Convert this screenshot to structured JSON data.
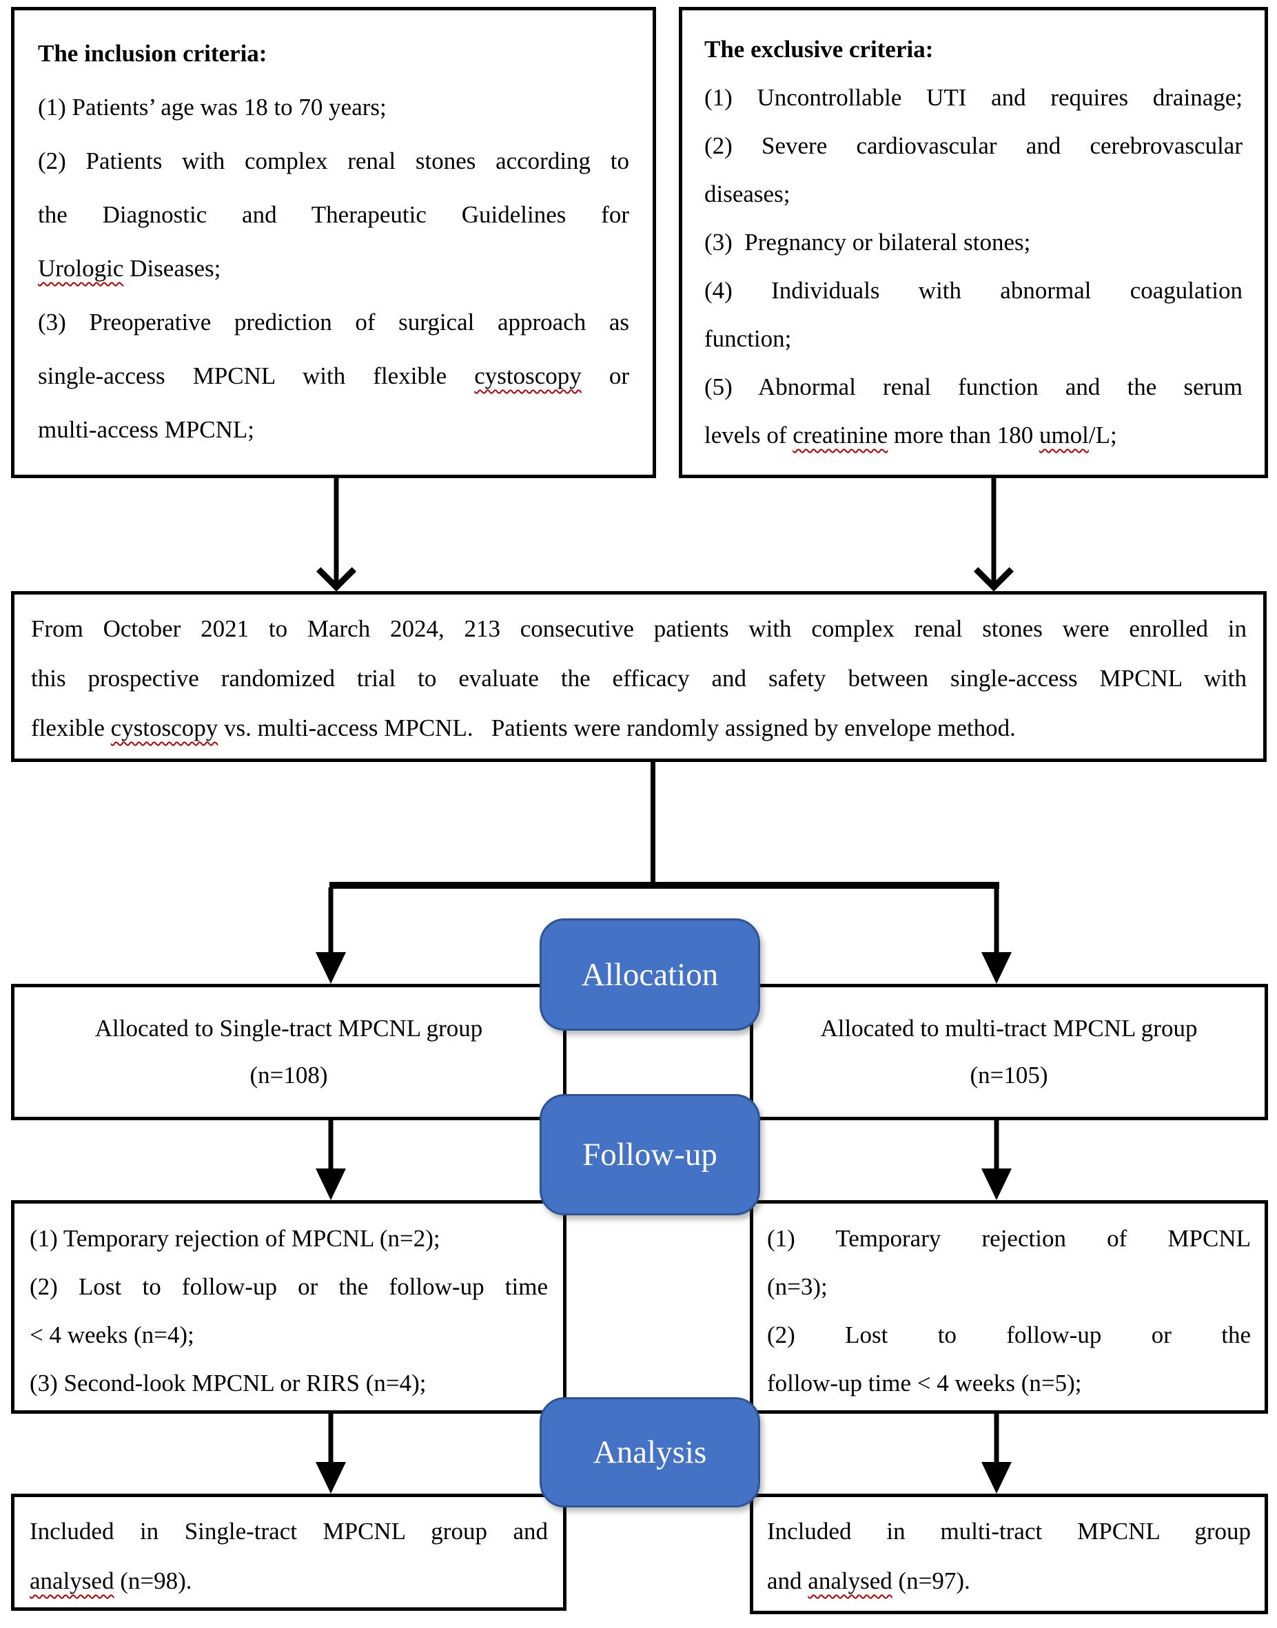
{
  "colors": {
    "stage_fill": "#4472C4",
    "stage_border": "#2F5496",
    "line_color": "#000000",
    "squiggle_color": "#B30000"
  },
  "inclusion_box": {
    "title": "The inclusion criteria:",
    "line2": "(1) Patients’ age was 18 to 70 years;",
    "line3": "(2) Patients with complex renal stones according to",
    "line4": "the Diagnostic and Therapeutic Guidelines for",
    "line5_word": "Urologic",
    "line5_rest": " Diseases;",
    "line6": "(3) Preoperative prediction of surgical approach as",
    "line7_pre": "single-access MPCNL with flexible ",
    "line7_word": "cystoscopy",
    "line7_post": " or",
    "line8": "multi-access MPCNL;"
  },
  "exclusive_box": {
    "title": "The exclusive criteria:",
    "line2": "(1) Uncontrollable UTI and requires drainage;",
    "line3": "(2) Severe cardiovascular and cerebrovascular",
    "line4": "diseases;",
    "line5": "(3)  Pregnancy or bilateral stones;",
    "line6": "(4) Individuals with abnormal coagulation",
    "line7": "function;",
    "line8": "(5) Abnormal renal function and the serum",
    "line9_pre": "levels of ",
    "line9_word1": "creatinine",
    "line9_mid": " more than 180 ",
    "line9_word2": "umol",
    "line9_post": "/L;"
  },
  "enrollment_box": {
    "line1": "From October 2021 to March 2024, 213 consecutive patients with complex renal stones were enrolled in",
    "line2": "this prospective randomized trial to evaluate the efficacy and safety between single-access MPCNL with",
    "line3_pre": "flexible ",
    "line3_word": "cystoscopy",
    "line3_post": " vs. multi-access MPCNL.   Patients were randomly assigned by envelope method."
  },
  "stage_labels": {
    "allocation": "Allocation",
    "followup": "Follow-up",
    "analysis": "Analysis"
  },
  "alloc_left": {
    "line1": "Allocated to Single-tract MPCNL group",
    "line2": "(n=108)"
  },
  "alloc_right": {
    "line1": "Allocated to multi-tract MPCNL group",
    "line2": "(n=105)"
  },
  "followup_left": {
    "line1": "(1) Temporary rejection of MPCNL (n=2);",
    "line2": "(2) Lost to follow-up or the follow-up time",
    "line3": "< 4 weeks (n=4);",
    "line4": "(3) Second-look MPCNL or RIRS (n=4);"
  },
  "followup_right": {
    "line1": "(1) Temporary rejection of MPCNL",
    "line2": "(n=3);",
    "line3": "(2) Lost to follow-up or the",
    "line4": "follow-up time < 4 weeks (n=5);"
  },
  "analysis_left": {
    "line1": "Included in Single-tract MPCNL group and",
    "line2_word": "analysed",
    "line2_rest": " (n=98)."
  },
  "analysis_right": {
    "line1": "Included in multi-tract MPCNL group",
    "line2_pre": "and ",
    "line2_word": "analysed",
    "line2_rest": " (n=97)."
  }
}
